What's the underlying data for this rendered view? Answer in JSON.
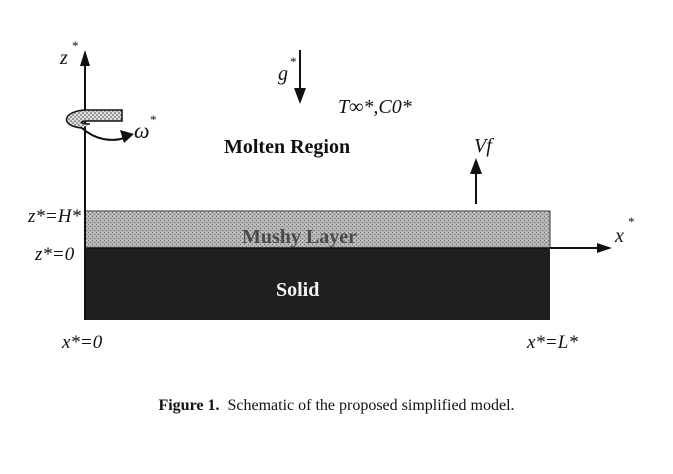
{
  "labels": {
    "z_axis": "z",
    "x_axis": "x",
    "star": "*",
    "gravity": "g",
    "omega": "ω",
    "t_inf_c0": "T∞*,C0*",
    "molten": "Molten Region",
    "vf": "Vf",
    "z_h": "z*=H*",
    "z_0": "z*=0",
    "mushy": "Mushy Layer",
    "solid": "Solid",
    "x_0": "x*=0",
    "x_l": "x*=L*"
  },
  "caption": {
    "label": "Figure 1.",
    "text": "Schematic of the proposed simplified model."
  },
  "colors": {
    "solid": "#1f1f1f",
    "mushy": "#a9a9a9",
    "lines": "#111111"
  }
}
